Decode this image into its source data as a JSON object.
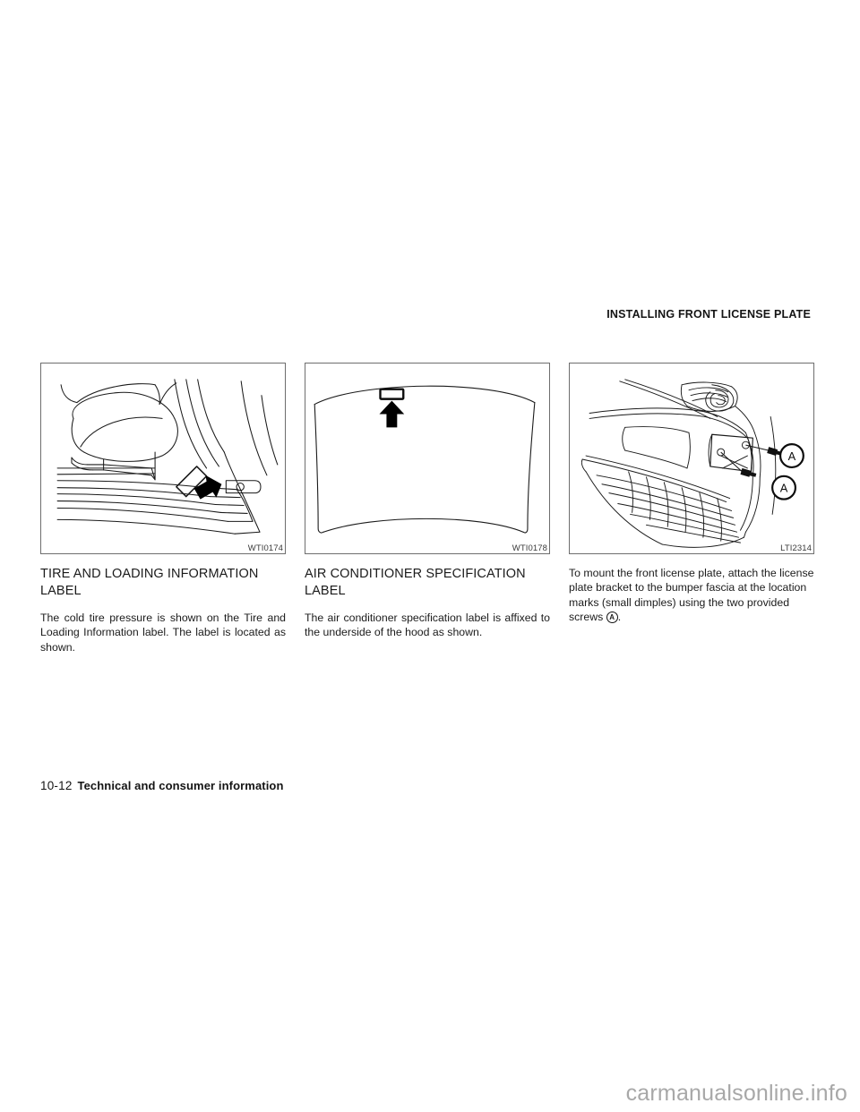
{
  "header": {
    "section_title": "INSTALLING FRONT LICENSE PLATE"
  },
  "columns": [
    {
      "figure": {
        "code": "WTI0174",
        "alt_name": "driver-seat-door-sill-label-location"
      },
      "title": "TIRE AND LOADING INFORMATION LABEL",
      "body": "The cold tire pressure is shown on the Tire and Loading Information label. The label is located as shown."
    },
    {
      "figure": {
        "code": "WTI0178",
        "alt_name": "hood-underside-label-location"
      },
      "title": "AIR CONDITIONER SPECIFICATION LABEL",
      "body": "The air conditioner specification label is affixed to the underside of the hood as shown."
    },
    {
      "figure": {
        "code": "LTI2314",
        "alt_name": "front-bumper-license-plate-bracket"
      },
      "title": "",
      "body_part1": "To mount the front license plate, attach the license plate bracket to the bumper fascia at the location marks (small dimples) using the two provided screws ",
      "callout_label": "A",
      "body_part2": "."
    }
  ],
  "callouts": {
    "screw_a": "A"
  },
  "footer": {
    "page_number": "10-12",
    "section_name": "Technical and consumer information"
  },
  "watermark": {
    "text": "carmanualsonline.info"
  },
  "colors": {
    "text": "#1b1b1b",
    "figure_border": "#6e6e6e",
    "line_art": "#1a1a1a",
    "watermark": "#a8a8a8"
  }
}
